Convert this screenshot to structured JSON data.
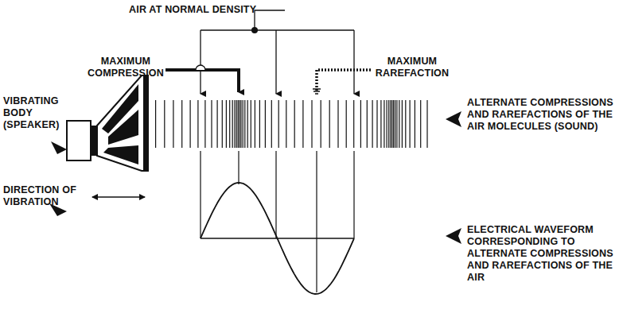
{
  "diagram": {
    "labels": [
      "AIR AT NORMAL DENSITY",
      "MAXIMUM COMPRESSION",
      "MAXIMUM RAREFACTION",
      "VIBRATING BODY (SPEAKER)",
      "ALTERNATE COMPRESSIONS AND RAREFACTIONS OF THE AIR MOLECULES (SOUND)",
      "DIRECTION OF VIBRATION",
      "ELECTRICAL WAVEFORM CORRESPONDING TO ALTERNATE COMPRESSIONS AND RAREFACTIONS OF THE AIR"
    ]
  }
}
